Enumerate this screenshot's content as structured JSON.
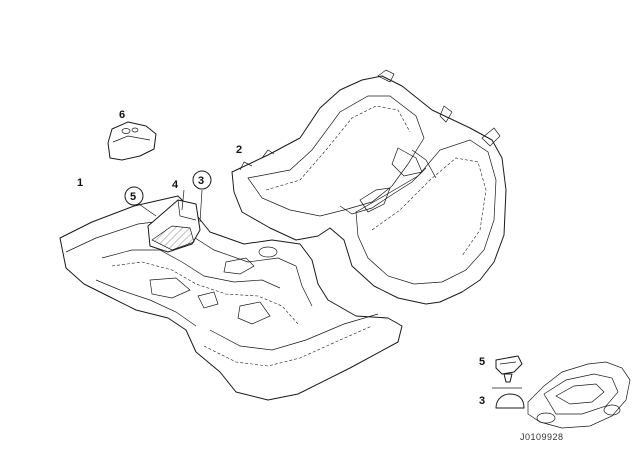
{
  "labels": {
    "part1": "1",
    "part2": "2",
    "part3": "3",
    "part4": "4",
    "part5": "5",
    "part6": "6",
    "legend5": "5",
    "legend3": "3"
  },
  "reference": "J0109928"
}
